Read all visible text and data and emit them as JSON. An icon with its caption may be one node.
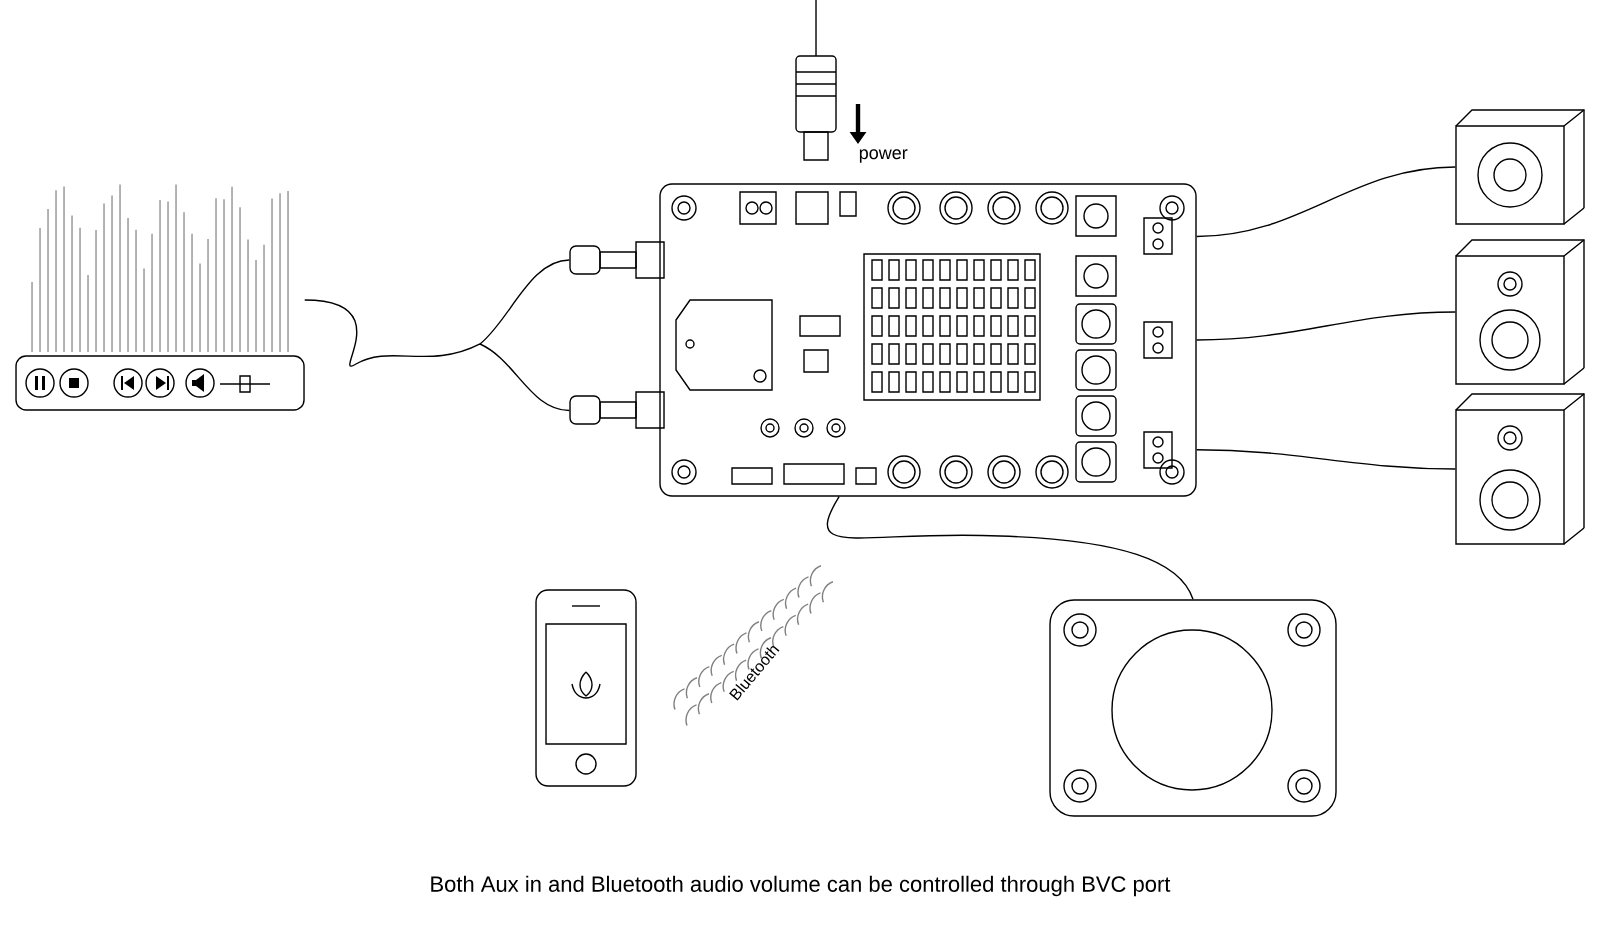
{
  "diagram": {
    "caption": "Both Aux in and Bluetooth audio volume can be controlled through BVC port",
    "nodes": [
      {
        "text": [],
        "shape": "picture"
      },
      {
        "text": [],
        "shape": "picture",
        "beside": [
          "power"
        ]
      },
      {
        "text": [],
        "shape": "picture"
      },
      {
        "text": [],
        "shape": "picture"
      },
      {
        "text": [],
        "shape": "picture"
      },
      {
        "text": [],
        "shape": "picture"
      },
      {
        "text": [],
        "shape": "picture"
      },
      {
        "text": [],
        "shape": "picture"
      }
    ],
    "edges": [
      {
        "from": 0,
        "to": 2,
        "arrow": "none"
      },
      {
        "from": 2,
        "to": 3,
        "arrow": "none"
      },
      {
        "from": 2,
        "to": 4,
        "arrow": "none"
      },
      {
        "from": 2,
        "to": 5,
        "arrow": "none"
      },
      {
        "from": 2,
        "to": 7,
        "arrow": "none"
      }
    ],
    "labels": [
      "Bluetooth"
    ]
  }
}
